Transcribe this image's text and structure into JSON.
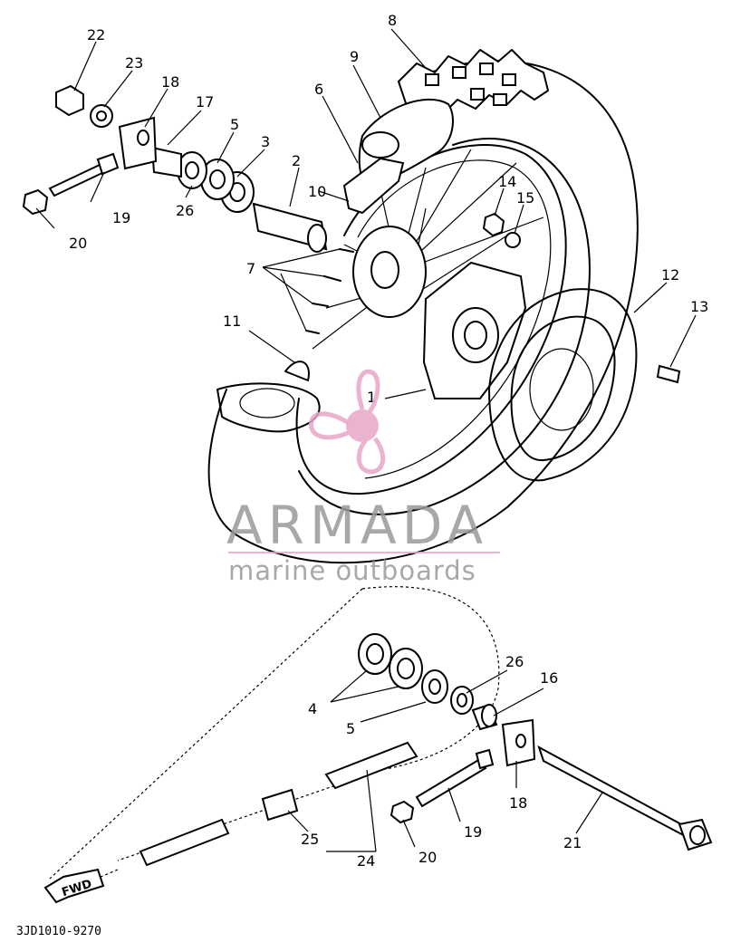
{
  "diagram": {
    "part_labels": {
      "p1": "1",
      "p2": "2",
      "p3": "3",
      "p4": "4",
      "p5": "5",
      "p5b": "5",
      "p6": "6",
      "p7": "7",
      "p8": "8",
      "p9": "9",
      "p10": "10",
      "p11": "11",
      "p12": "12",
      "p13": "13",
      "p14": "14",
      "p15": "15",
      "p16": "16",
      "p17": "17",
      "p18": "18",
      "p18b": "18",
      "p19": "19",
      "p19b": "19",
      "p20": "20",
      "p20b": "20",
      "p21": "21",
      "p22": "22",
      "p23": "23",
      "p24": "24",
      "p25": "25",
      "p26": "26",
      "p26b": "26"
    },
    "fwd_marker": "FWD",
    "drawing_code": "3JD1010-9270"
  },
  "watermark": {
    "brand": "ARMADA",
    "tagline": "marine outboards",
    "accent_color": "#e8a6c8",
    "text_color": "#9a9a9a"
  }
}
